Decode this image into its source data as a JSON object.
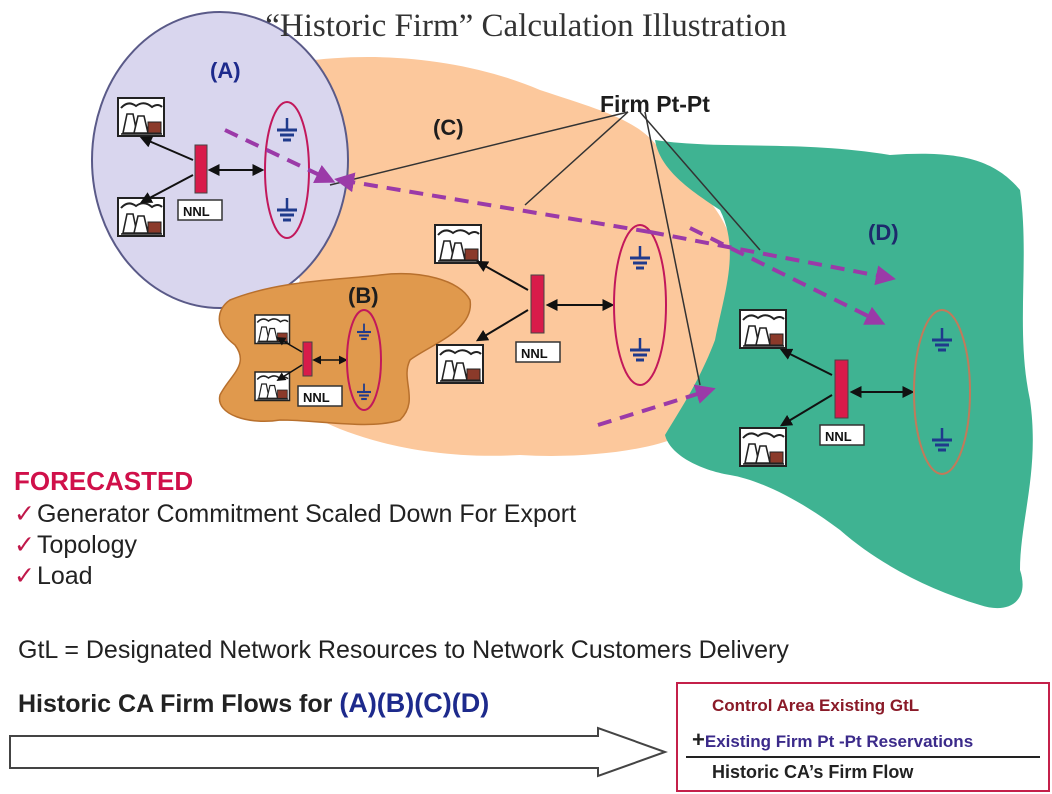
{
  "title": "“Historic Firm” Calculation Illustration",
  "areas": {
    "a": {
      "label": "(A)",
      "color": "#d9d6ee"
    },
    "b": {
      "label": "(B)",
      "color": "#e0994d"
    },
    "c": {
      "label": "(C)",
      "color": "#fcc89c"
    },
    "d": {
      "label": "(D)",
      "color": "#3fb392"
    }
  },
  "firm_label": "Firm Pt-Pt",
  "nnl_label": "NNL",
  "forecast": {
    "heading": "FORECASTED",
    "items": [
      "Generator Commitment Scaled Down For Export",
      "Topology",
      "Load"
    ]
  },
  "gtl_definition": "GtL =  Designated Network Resources to Network Customers Delivery",
  "historic": {
    "label": "Historic CA Firm Flows for ",
    "areas": "(A)(B)(C)(D)"
  },
  "legend": {
    "line1": "Control Area Existing GtL",
    "plus": "+",
    "line2": "Existing Firm Pt -Pt Reservations",
    "result": "Historic CA’s Firm Flow"
  },
  "colors": {
    "flow_arrow": "#9b3aa8",
    "bus_bar": "#d81b4a",
    "load_ring": "#c2185b",
    "ground": "#1f3a8c"
  },
  "icons": [
    "power-plant-icon",
    "ground-load-icon",
    "bus-bar-icon"
  ]
}
